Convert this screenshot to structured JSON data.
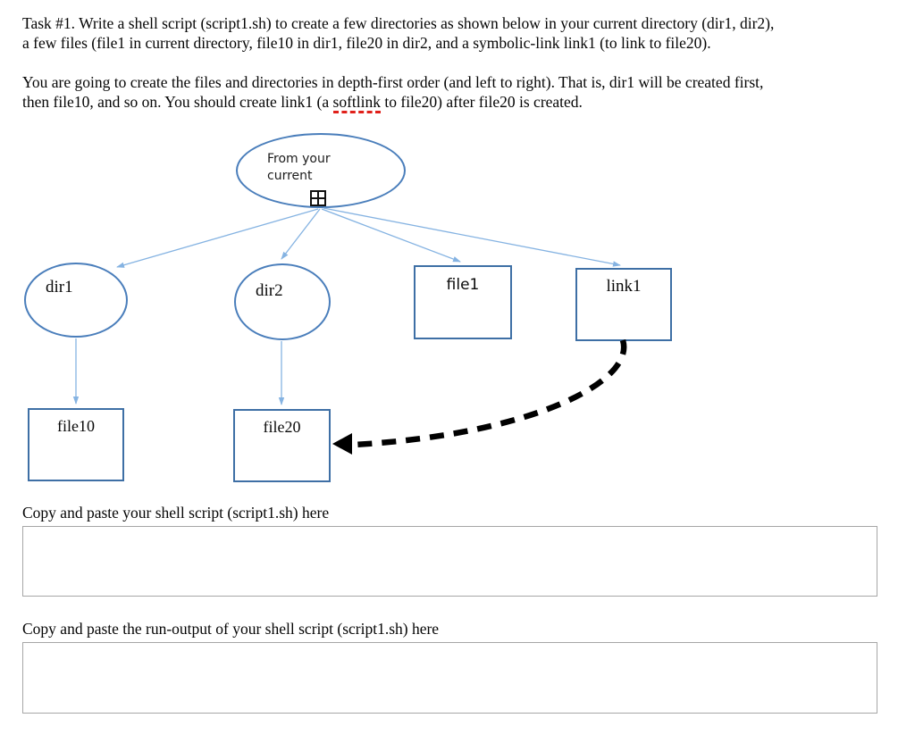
{
  "document": {
    "p1_lines": [
      "Task #1. Write a shell script (script1.sh) to create a few directories as shown below in your current directory (dir1, dir2),",
      "a few files (file1 in current directory, file10 in dir1, file20 in dir2, and a symbolic-link link1 (to link to file20)."
    ],
    "p2_line1": "You are going to create the files and directories in depth-first order (and left to right). That is, dir1 will be created first,",
    "p2_line2_before": "then file10, and so on. You should create link1 (a ",
    "p2_flagged_word": "softlink",
    "p2_line2_after": " to file20) after file20 is created."
  },
  "diagram": {
    "root": {
      "line1": "From your",
      "line2": "current"
    },
    "nodes": {
      "dir1": "dir1",
      "dir2": "dir2",
      "file1": "file1",
      "link1": "link1",
      "file10": "file10",
      "file20": "file20"
    }
  },
  "sections": {
    "script": {
      "label": "Copy and paste your shell script (script1.sh) here",
      "value": ""
    },
    "output": {
      "label": "Copy and paste the run-output of your shell script (script1.sh) here",
      "value": ""
    }
  },
  "colors": {
    "shape_stroke": "#4a7ebb",
    "rect_stroke": "#3e6fa5",
    "connector": "#85b3e2",
    "dashed_arrow": "#000000",
    "spellcheck_underline": "#e0201a",
    "answer_box_border": "#a6a6a6"
  }
}
